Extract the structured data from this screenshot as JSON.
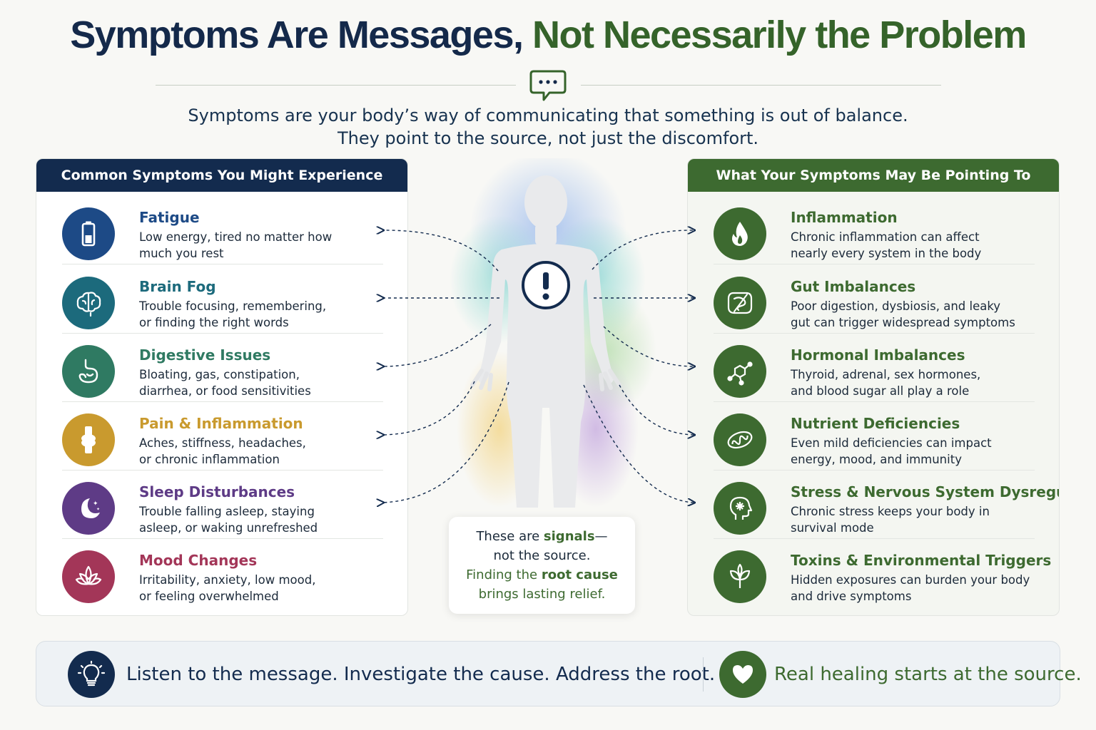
{
  "title": {
    "part1": "Symptoms Are Messages,",
    "part2": "Not Necessarily the Problem"
  },
  "subtitle": {
    "line1": "Symptoms are your body’s way of communicating that something is out of balance.",
    "line2": "They point to the source, not just the discomfort."
  },
  "left_panel": {
    "header": "Common Symptoms You Might Experience",
    "items": [
      {
        "title": "Fatigue",
        "line1": "Low energy, tired no matter how",
        "line2": "much you rest",
        "color": "#1d4a86",
        "icon": "battery-icon"
      },
      {
        "title": "Brain Fog",
        "line1": "Trouble focusing, remembering,",
        "line2": "or finding the right words",
        "color": "#1c6a7c",
        "icon": "brain-icon"
      },
      {
        "title": "Digestive Issues",
        "line1": "Bloating, gas, constipation,",
        "line2": "diarrhea, or food sensitivities",
        "color": "#2f7a62",
        "icon": "stomach-icon"
      },
      {
        "title": "Pain & Inflammation",
        "line1": "Aches, stiffness, headaches,",
        "line2": "or chronic inflammation",
        "color": "#c99a2e",
        "icon": "joint-icon"
      },
      {
        "title": "Sleep Disturbances",
        "line1": "Trouble falling asleep, staying",
        "line2": "asleep, or waking unrefreshed",
        "color": "#5e3b86",
        "icon": "moon-icon"
      },
      {
        "title": "Mood Changes",
        "line1": "Irritability, anxiety, low mood,",
        "line2": "or feeling overwhelmed",
        "color": "#a33658",
        "icon": "lotus-icon"
      }
    ]
  },
  "right_panel": {
    "header": "What Your Symptoms May Be Pointing To",
    "items": [
      {
        "title": "Inflammation",
        "line1": "Chronic inflammation can affect",
        "line2": "nearly every system in the body",
        "icon": "flame-icon"
      },
      {
        "title": "Gut Imbalances",
        "line1": "Poor digestion, dysbiosis, and leaky",
        "line2": "gut can trigger widespread symptoms",
        "icon": "gut-icon"
      },
      {
        "title": "Hormonal Imbalances",
        "line1": "Thyroid, adrenal, sex hormones,",
        "line2": "and blood sugar all play a role",
        "icon": "molecule-icon"
      },
      {
        "title": "Nutrient Deficiencies",
        "line1": "Even mild deficiencies can impact",
        "line2": "energy, mood, and immunity",
        "icon": "mitochondria-icon"
      },
      {
        "title": "Stress & Nervous System Dysregulation",
        "line1": "Chronic stress keeps your body in",
        "line2": "survival mode",
        "icon": "head-icon"
      },
      {
        "title": "Toxins & Environmental Triggers",
        "line1": "Hidden exposures can burden your body",
        "line2": "and drive symptoms",
        "icon": "leaf-icon"
      }
    ],
    "color": "#3d6a30"
  },
  "center_box": {
    "l1a": "These are ",
    "l1b": "signals",
    "l1c": "—",
    "l2": "not the source.",
    "l3a": "Finding the ",
    "l3b": "root cause",
    "l4": "brings lasting relief."
  },
  "footer": {
    "left_text": "Listen to the message. Investigate the cause. Address the root.",
    "right_text": "Real healing starts at the source."
  },
  "colors": {
    "navy": "#132b4e",
    "green": "#3d6a30",
    "background": "#f8f8f5"
  }
}
